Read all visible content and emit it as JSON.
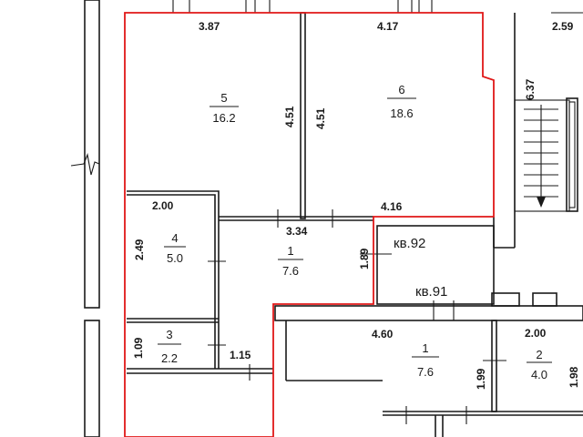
{
  "plan": {
    "dimensions": {
      "d387": "3.87",
      "d417": "4.17",
      "d259": "2.59",
      "d637": "6.37",
      "d451a": "4.51",
      "d451b": "4.51",
      "d416": "4.16",
      "d200a": "2.00",
      "d249": "2.49",
      "d334": "3.34",
      "d189": "1.89",
      "d109": "1.09",
      "d115": "1.15",
      "d460": "4.60",
      "d200b": "2.00",
      "d199": "1.99",
      "d198": "1.98"
    },
    "rooms": [
      {
        "number": "5",
        "area": "16.2"
      },
      {
        "number": "6",
        "area": "18.6"
      },
      {
        "number": "4",
        "area": "5.0"
      },
      {
        "number": "1",
        "area": "7.6"
      },
      {
        "number": "3",
        "area": "2.2"
      },
      {
        "number": "1",
        "area": "7.6"
      },
      {
        "number": "2",
        "area": "4.0"
      }
    ],
    "apartments": {
      "apt92": "кв.92",
      "apt91": "кв.91"
    },
    "colors": {
      "wall": "#1a1a1a",
      "highlight": "#e01818",
      "background": "#ffffff"
    }
  }
}
